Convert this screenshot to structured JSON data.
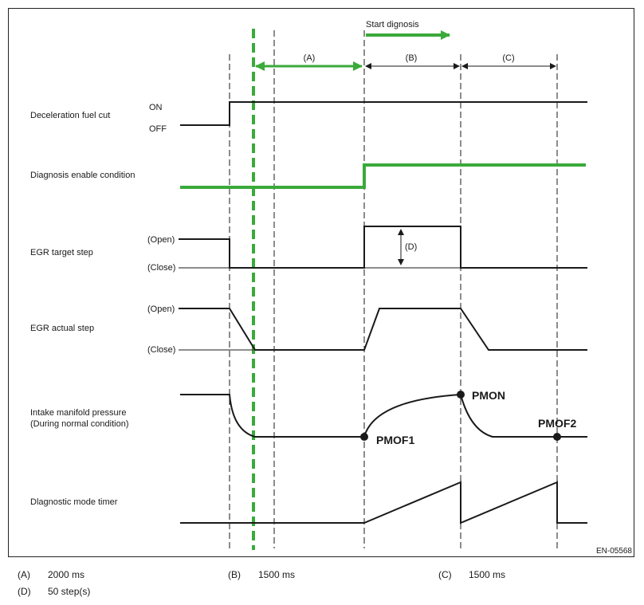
{
  "diagram": {
    "start_label": "Start dignosis",
    "interval_labels": {
      "a": "(A)",
      "b": "(B)",
      "c": "(C)",
      "d": "(D)"
    },
    "signals": {
      "decel_fuel_cut": {
        "name": "Deceleration fuel cut",
        "high": "ON",
        "low": "OFF"
      },
      "diag_enable": {
        "name": "Diagnosis enable condition"
      },
      "egr_target": {
        "name": "EGR target step",
        "high": "(Open)",
        "low": "(Close)"
      },
      "egr_actual": {
        "name": "EGR actual step",
        "high": "(Open)",
        "low": "(Close)"
      },
      "intake_pressure": {
        "name_line1": "Intake manifold pressure",
        "name_line2": "(During normal condition)"
      },
      "diag_timer": {
        "name": "Dlagnostic mode timer"
      }
    },
    "points": {
      "pmof1": "PMOF1",
      "pmon": "PMON",
      "pmof2": "PMOF2"
    },
    "figure_id": "EN-05568",
    "colors": {
      "highlight": "#3aaa3a",
      "line": "#1a1a1a"
    }
  },
  "legend": [
    {
      "key": "(A)",
      "value": "2000 ms"
    },
    {
      "key": "(B)",
      "value": "1500 ms"
    },
    {
      "key": "(C)",
      "value": "1500 ms"
    },
    {
      "key": "(D)",
      "value": "50 step(s)"
    }
  ]
}
